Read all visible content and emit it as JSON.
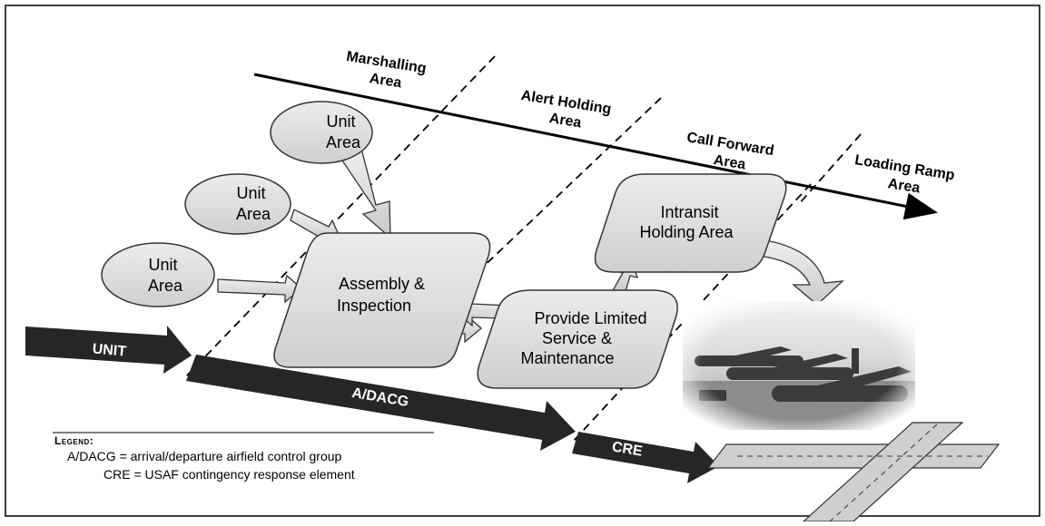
{
  "zones": {
    "marshalling": [
      "Marshalling",
      "Area"
    ],
    "alert_holding": [
      "Alert Holding",
      "Area"
    ],
    "call_forward": [
      "Call Forward",
      "Area"
    ],
    "loading_ramp": [
      "Loading Ramp",
      "Area"
    ]
  },
  "nodes": {
    "unit_area_1": [
      "Unit",
      "Area"
    ],
    "unit_area_2": [
      "Unit",
      "Area"
    ],
    "unit_area_3": [
      "Unit",
      "Area"
    ],
    "assembly": [
      "Assembly &",
      "Inspection"
    ],
    "provide": [
      "Provide Limited",
      "Service &",
      "Maintenance"
    ],
    "intransit": [
      "Intransit",
      "Holding Area"
    ]
  },
  "bands": {
    "unit": "UNIT",
    "adacg": "A/DACG",
    "cre": "CRE"
  },
  "legend": {
    "title": "Legend:",
    "items": [
      "A/DACG = arrival/departure airfield control group",
      "CRE = USAF contingency response element"
    ]
  },
  "photo": {
    "icon": "aircraft-on-ramp-photo"
  },
  "colors": {
    "node_fill": "#d9d9d9",
    "band_fill": "#262626",
    "runway_fill": "#cfcfcf"
  }
}
